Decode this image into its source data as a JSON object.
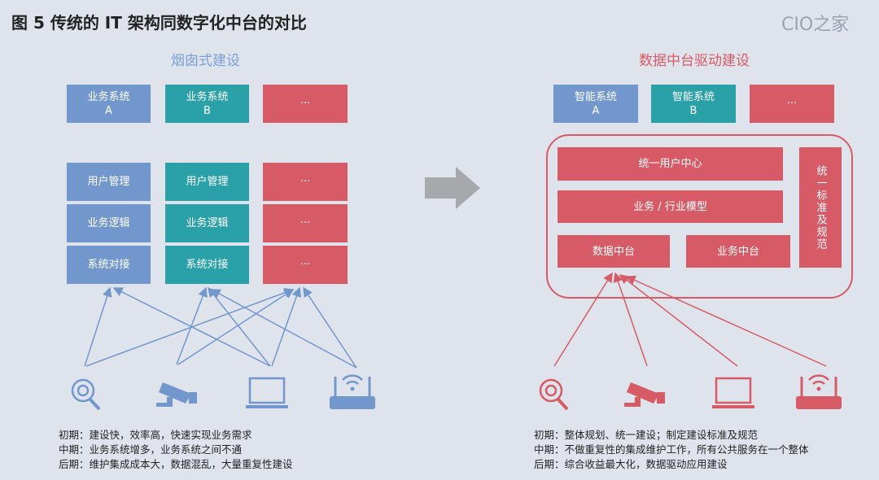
{
  "title": "图 5  传统的 IT 架构同数字化中台的对比",
  "left": {
    "heading": "烟囱式建设",
    "top_boxes": [
      {
        "line1": "业务系统",
        "line2": "A"
      },
      {
        "line1": "业务系统",
        "line2": "B"
      },
      {
        "line1": "···",
        "line2": ""
      }
    ],
    "columns": [
      [
        "用户管理",
        "业务逻辑",
        "系统对接"
      ],
      [
        "用户管理",
        "业务逻辑",
        "系统对接"
      ],
      [
        "···",
        "···",
        "···"
      ]
    ],
    "notes": [
      "初期：建设快，效率高，快速实现业务需求",
      "中期：业务系统增多，业务系统之间不通",
      "后期：维护集成成本大，数据混乱，大量重复性建设"
    ]
  },
  "right": {
    "heading": "数据中台驱动建设",
    "top_boxes": [
      {
        "line1": "智能系统",
        "line2": "A"
      },
      {
        "line1": "智能系统",
        "line2": "B"
      },
      {
        "line1": "···",
        "line2": ""
      }
    ],
    "user_center": "统一用户中心",
    "model": "业务 / 行业模型",
    "data_platform": "数据中台",
    "business_platform": "业务中台",
    "standards": "统一标准及规范",
    "notes": [
      "初期：整体规划、统一建设；制定建设标准及规范",
      "中期：不做重复性的集成维护工作，所有公共服务在一个整体",
      "后期：综合收益最大化，数据驱动应用建设"
    ]
  },
  "icons": [
    "gear-search",
    "camera",
    "laptop",
    "router"
  ],
  "watermark": "CIO之家",
  "colors": {
    "blue": "#7297cc",
    "teal": "#2aa0a8",
    "red": "#d65b66",
    "arrow": "#a6a8ab"
  }
}
